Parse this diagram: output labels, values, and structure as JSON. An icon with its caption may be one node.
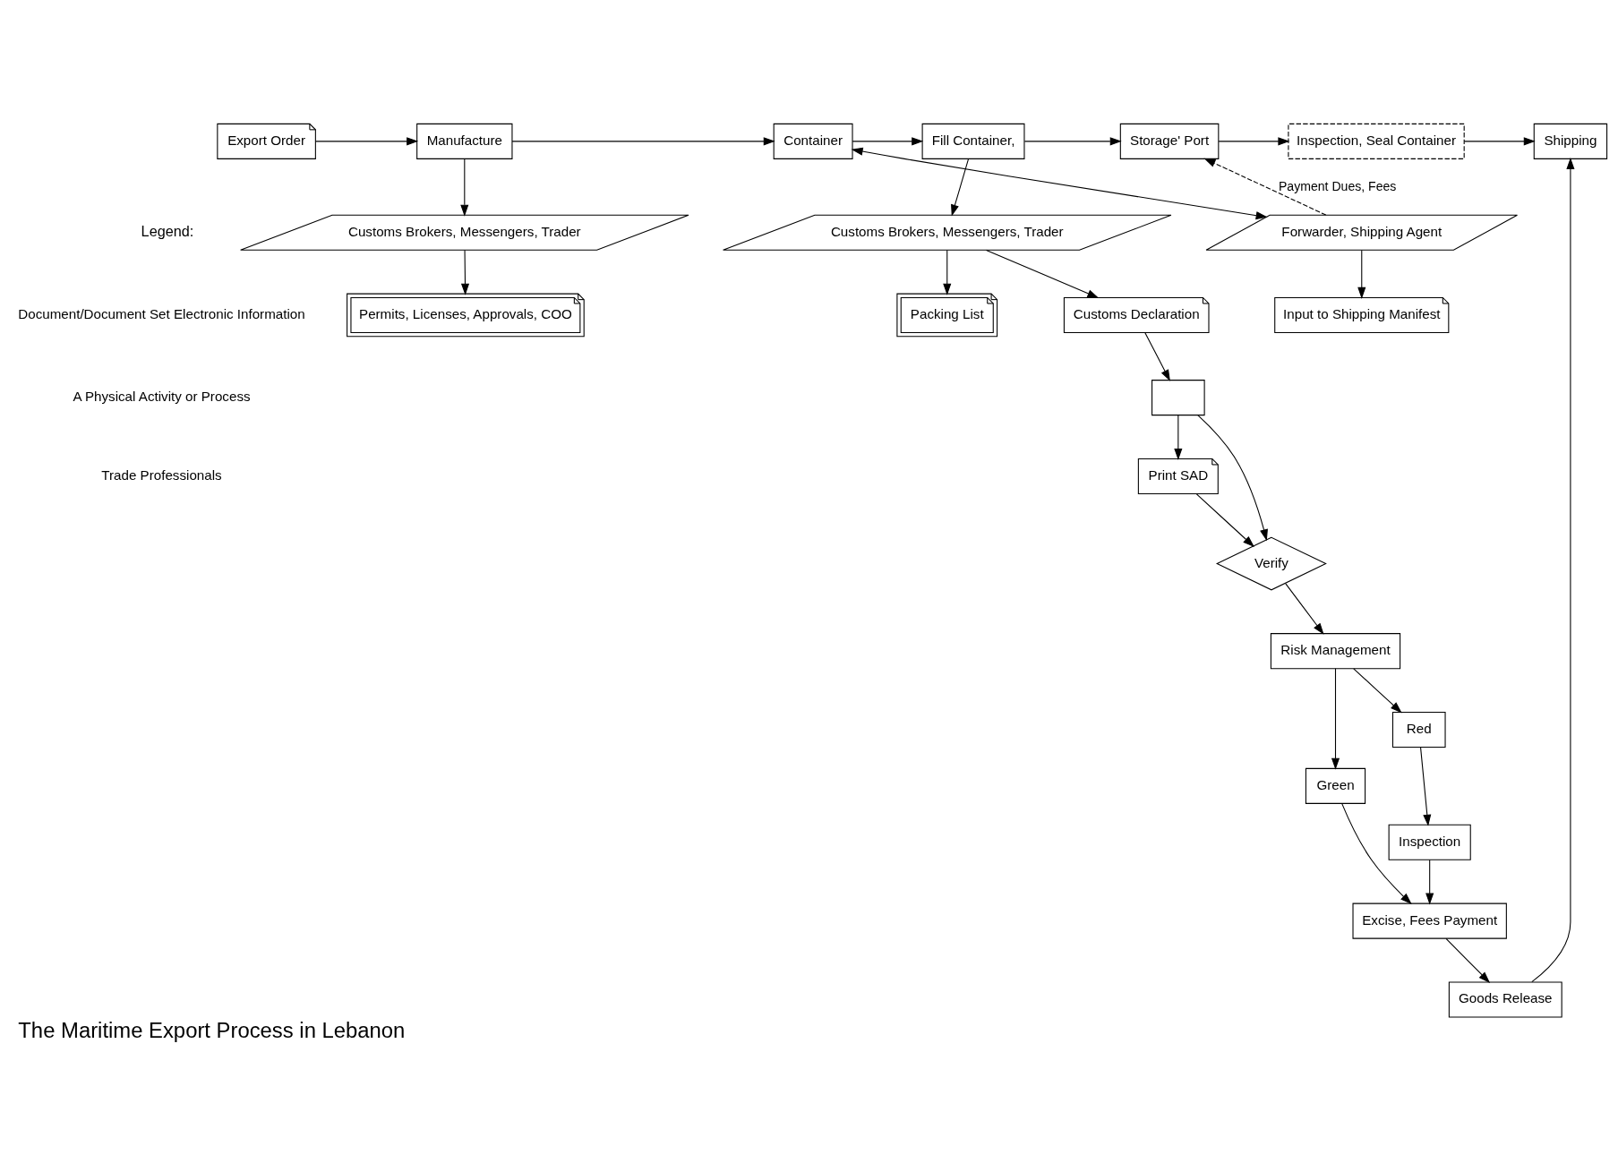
{
  "diagram": {
    "title": "The Maritime Export Process in Lebanon",
    "nodes": [
      {
        "text": [
          "Export Order"
        ]
      },
      {
        "text": [
          "Manufacture"
        ]
      },
      {
        "text": [
          "Container"
        ]
      },
      {
        "text": [
          "Fill Container,"
        ]
      },
      {
        "text": [
          "Storage' Port"
        ]
      },
      {
        "text": [
          "Inspection, Seal Container"
        ]
      },
      {
        "text": [
          "Shipping"
        ]
      },
      {
        "text": [
          "Customs Brokers, Messengers, Trader"
        ]
      },
      {
        "text": [
          "Forwarder, Shipping Agent"
        ]
      },
      {
        "text": [
          "Customs Brokers, Messengers, Trader"
        ]
      },
      {
        "text": [
          "Customs Declaration"
        ]
      },
      {
        "text": [
          "Permits, Licenses, Approvals, COO"
        ]
      },
      {
        "text": [
          "Input to Shipping Manifest"
        ]
      },
      {
        "text": [
          "Packing List"
        ]
      },
      {
        "text": [],
        "shape": "box"
      },
      {
        "text": [
          "Print SAD"
        ]
      },
      {
        "text": [
          "Verify"
        ]
      },
      {
        "text": [
          "Risk Management"
        ]
      },
      {
        "text": [
          "Red"
        ]
      },
      {
        "text": [
          "Green"
        ]
      },
      {
        "text": [
          "Inspection"
        ]
      },
      {
        "text": [
          "Excise, Fees Payment"
        ]
      },
      {
        "text": [
          "Goods Release"
        ]
      }
    ],
    "edges": [
      {
        "from": 0,
        "to": 1,
        "arrow": "to"
      },
      {
        "from": 1,
        "to": 2,
        "arrow": "to"
      },
      {
        "from": 2,
        "to": 3,
        "arrow": "to"
      },
      {
        "from": 3,
        "to": 4,
        "arrow": "to"
      },
      {
        "from": 4,
        "to": 5,
        "arrow": "to"
      },
      {
        "from": 5,
        "to": 6,
        "arrow": "to"
      },
      {
        "from": 1,
        "to": 7,
        "arrow": "to"
      },
      {
        "from": 7,
        "to": 11,
        "arrow": "to"
      },
      {
        "from": 2,
        "to": 8,
        "arrow": "both"
      },
      {
        "from": 8,
        "to": 12,
        "arrow": "to"
      },
      {
        "from": 8,
        "to": 4,
        "arrow": "to",
        "style": "dashed",
        "label": "Payment Dues, Fees"
      },
      {
        "from": 3,
        "to": 9,
        "arrow": "to"
      },
      {
        "from": 9,
        "to": 13,
        "arrow": "to"
      },
      {
        "from": 9,
        "to": 10,
        "arrow": "to"
      },
      {
        "from": 10,
        "to": 14,
        "arrow": "to"
      },
      {
        "from": 14,
        "to": 15,
        "arrow": "to"
      },
      {
        "from": 14,
        "to": 16,
        "arrow": "to"
      },
      {
        "from": 15,
        "to": 16,
        "arrow": "to"
      },
      {
        "from": 16,
        "to": 17,
        "arrow": "to"
      },
      {
        "from": 17,
        "to": 18,
        "arrow": "to"
      },
      {
        "from": 17,
        "to": 19,
        "arrow": "to"
      },
      {
        "from": 18,
        "to": 20,
        "arrow": "to"
      },
      {
        "from": 19,
        "to": 21,
        "arrow": "to"
      },
      {
        "from": 20,
        "to": 21,
        "arrow": "to"
      },
      {
        "from": 21,
        "to": 22,
        "arrow": "to"
      },
      {
        "from": 22,
        "to": 6,
        "arrow": "to"
      }
    ],
    "labels": [
      "Legend:"
    ],
    "legend": [
      {
        "text": "Document/Document Set Electronic Information"
      },
      {
        "text": "A Physical Activity or Process"
      },
      {
        "text": "Trade Professionals"
      }
    ]
  }
}
